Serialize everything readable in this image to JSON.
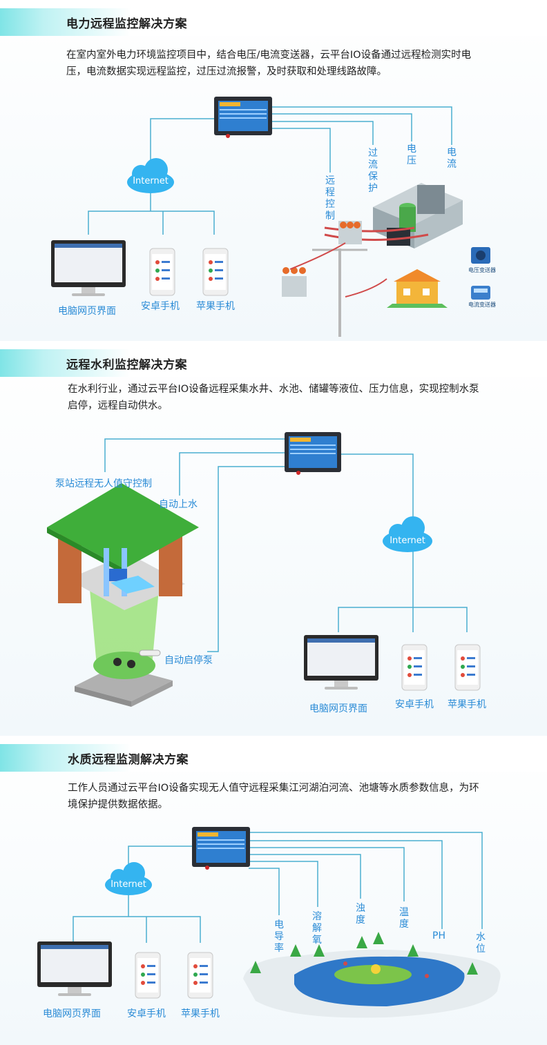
{
  "sections": [
    {
      "title": "电力远程监控解决方案",
      "desc": "在室内室外电力环境监控项目中，结合电压/电流变送器，云平台IO设备通过远程检测实时电压，电流数据实现远程监控，过压过流报警，及时获取和处理线路故障。",
      "cloud": "Internet",
      "devices": [
        "电脑网页界面",
        "安卓手机",
        "苹果手机"
      ],
      "signals": [
        "远程控制",
        "过流保护",
        "电压",
        "电流"
      ],
      "transmitters": [
        "电压变送器",
        "电流变送器"
      ]
    },
    {
      "title": "远程水利监控解决方案",
      "desc": "在水利行业，通过云平台IO设备远程采集水井、水池、储罐等液位、压力信息，实现控制水泵启停，远程自动供水。",
      "cloud": "Internet",
      "devices": [
        "电脑网页界面",
        "安卓手机",
        "苹果手机"
      ],
      "signals": [
        "泵站远程无人值守控制",
        "自动上水",
        "自动启停泵"
      ]
    },
    {
      "title": "水质远程监测解决方案",
      "desc": "工作人员通过云平台IO设备实现无人值守远程采集江河湖泊河流、池塘等水质参数信息，为环境保护提供数据依据。",
      "cloud": "Internet",
      "devices": [
        "电脑网页界面",
        "安卓手机",
        "苹果手机"
      ],
      "signals": [
        "电导率",
        "溶解氧",
        "浊度",
        "温度",
        "PH",
        "水位"
      ]
    }
  ],
  "colors": {
    "line": "#4aaed0",
    "label": "#2a8bd6",
    "accent": "#7fe4e6",
    "cloud": "#34b4f0"
  }
}
